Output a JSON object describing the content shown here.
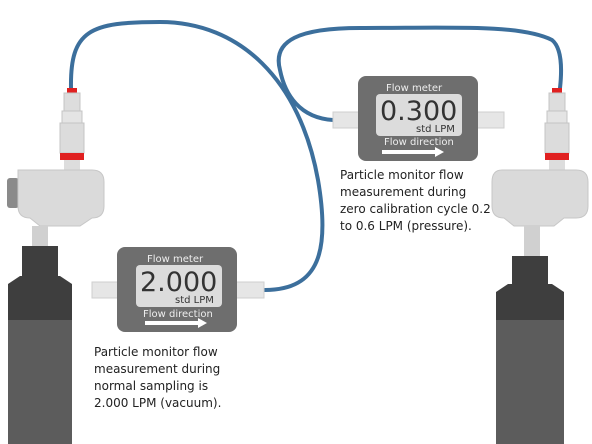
{
  "meter_left": {
    "title": "Flow meter",
    "reading": "2.000",
    "unit": "std LPM",
    "direction": "Flow direction"
  },
  "meter_right": {
    "title": "Flow meter",
    "reading": "0.300",
    "unit": "std LPM",
    "direction": "Flow direction"
  },
  "caption_left": {
    "lines": [
      "Particle monitor flow",
      "measurement during",
      "normal sampling is",
      "2.000 LPM (vacuum)."
    ]
  },
  "caption_right": {
    "lines": [
      "Particle monitor flow",
      "measurement during",
      "zero calibration cycle 0.2",
      "to 0.6 LPM (pressure)."
    ]
  },
  "colors": {
    "tubing": "#3c6f9c",
    "connector_band": "#e02020",
    "body_light": "#d9d9d9",
    "monitor_dark": "#5a5a5a",
    "meter_body": "#6e6e6e",
    "display": "#dcdcdc"
  }
}
